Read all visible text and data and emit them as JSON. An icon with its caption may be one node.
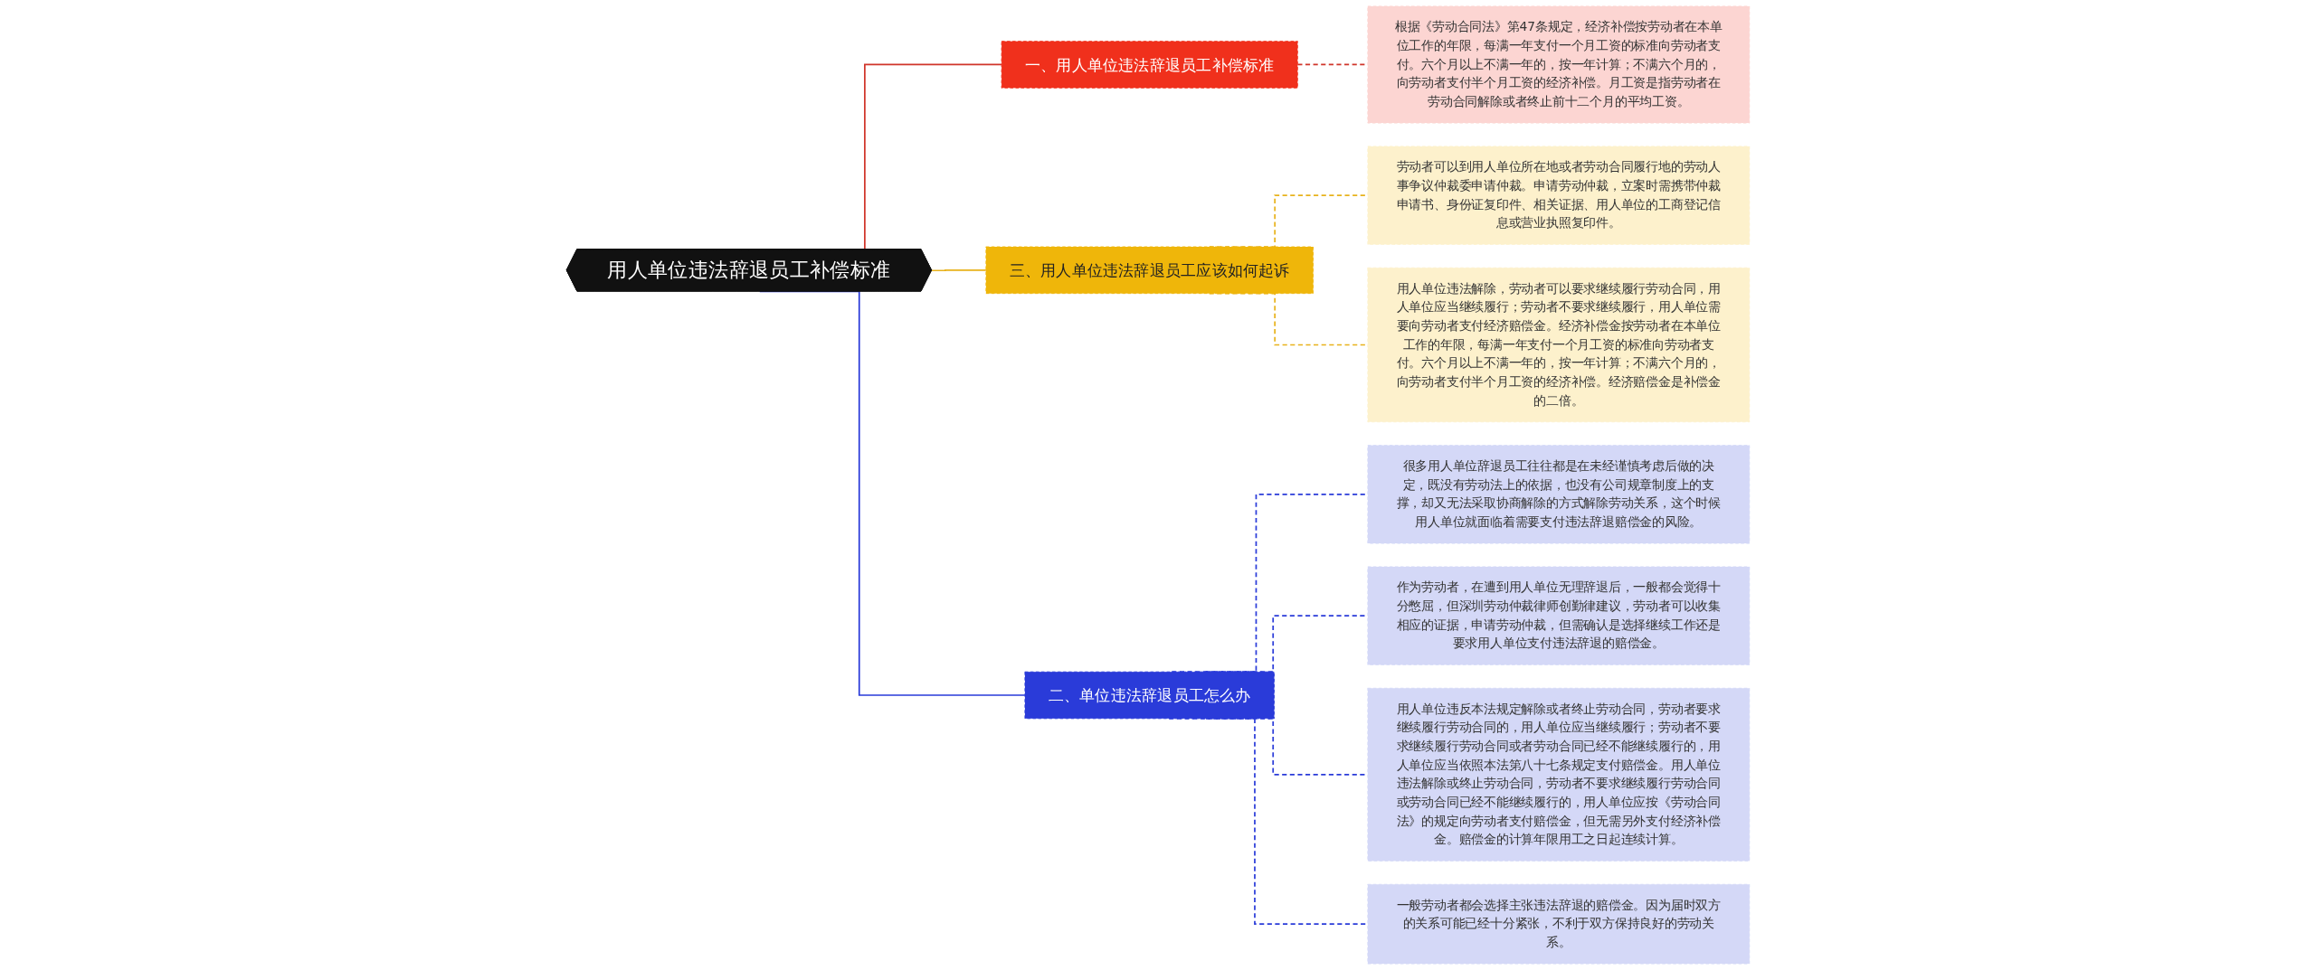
{
  "diagram": {
    "nodes": [
      {
        "text": [
          "用人单位违法辞退员工补偿标准"
        ]
      },
      {
        "text": [
          "一、用人单位违法辞退员工补偿标准"
        ]
      },
      {
        "text": [
          "根据《劳动合同法》第47条规定，经济补偿按劳动者在本单位工作的年限，每满一年支付一个月工资的标准向劳动者支付。六个月以上不满一年的，按一年计算；不满六个月的，向劳动者支付半个月工资的经济补偿。月工资是指劳动者在劳动合同解除或者终止前十二个月的平均工资。"
        ]
      },
      {
        "text": [
          "三、用人单位违法辞退员工应该如何起诉"
        ]
      },
      {
        "text": [
          "劳动者可以到用人单位所在地或者劳动合同履行地的劳动人事争议仲裁委申请仲裁。申请劳动仲裁，立案时需携带仲裁申请书、身份证复印件、相关证据、用人单位的工商登记信息或营业执照复印件。"
        ]
      },
      {
        "text": [
          "用人单位违法解除，劳动者可以要求继续履行劳动合同，用人单位应当继续履行；劳动者不要求继续履行，用人单位需要向劳动者支付经济赔偿金。经济补偿金按劳动者在本单位工作的年限，每满一年支付一个月工资的标准向劳动者支付。六个月以上不满一年的，按一年计算；不满六个月的，向劳动者支付半个月工资的经济补偿。经济赔偿金是补偿金的二倍。"
        ]
      },
      {
        "text": [
          "二、单位违法辞退员工怎么办"
        ]
      },
      {
        "text": [
          "很多用人单位辞退员工往往都是在未经谨慎考虑后做的决定，既没有劳动法上的依据，也没有公司规章制度上的支撑，却又无法采取协商解除的方式解除劳动关系，这个时候用人单位就面临着需要支付违法辞退赔偿金的风险。"
        ]
      },
      {
        "text": [
          "作为劳动者，在遭到用人单位无理辞退后，一般都会觉得十分憋屈，但深圳劳动仲裁律师创勤律建议，劳动者可以收集相应的证据，申请劳动仲裁，但需确认是选择继续工作还是要求用人单位支付违法辞退的赔偿金。"
        ]
      },
      {
        "text": [
          "用人单位违反本法规定解除或者终止劳动合同，劳动者要求继续履行劳动合同的，用人单位应当继续履行；劳动者不要求继续履行劳动合同或者劳动合同已经不能继续履行的，用人单位应当依照本法第八十七条规定支付赔偿金。用人单位违法解除或终止劳动合同，劳动者不要求继续履行劳动合同或劳动合同已经不能继续履行的，用人单位应按《劳动合同法》的规定向劳动者支付赔偿金，但无需另外支付经济补偿金。赔偿金的计算年限用工之日起连续计算。"
        ]
      },
      {
        "text": [
          "一般劳动者都会选择主张违法辞退的赔偿金。因为届时双方的关系可能已经十分紧张，不利于双方保持良好的劳动关系。"
        ]
      }
    ],
    "edges": [
      {
        "from": 0,
        "to": 1,
        "arrow": "none",
        "color": "#d0352a"
      },
      {
        "from": 1,
        "to": 2,
        "arrow": "none",
        "style": "dashed",
        "color": "#d0352a"
      },
      {
        "from": 0,
        "to": 3,
        "arrow": "none",
        "color": "#e8b21c"
      },
      {
        "from": 3,
        "to": 4,
        "arrow": "none",
        "style": "dashed",
        "color": "#e8b21c"
      },
      {
        "from": 3,
        "to": 5,
        "arrow": "none",
        "style": "dashed",
        "color": "#e8b21c"
      },
      {
        "from": 0,
        "to": 6,
        "arrow": "none"
      },
      {
        "from": 6,
        "to": 7,
        "arrow": "none",
        "style": "dashed"
      },
      {
        "from": 6,
        "to": 8,
        "arrow": "none",
        "style": "dashed"
      },
      {
        "from": 6,
        "to": 9,
        "arrow": "none",
        "style": "dashed"
      },
      {
        "from": 6,
        "to": 10,
        "arrow": "none",
        "style": "dashed"
      }
    ]
  }
}
